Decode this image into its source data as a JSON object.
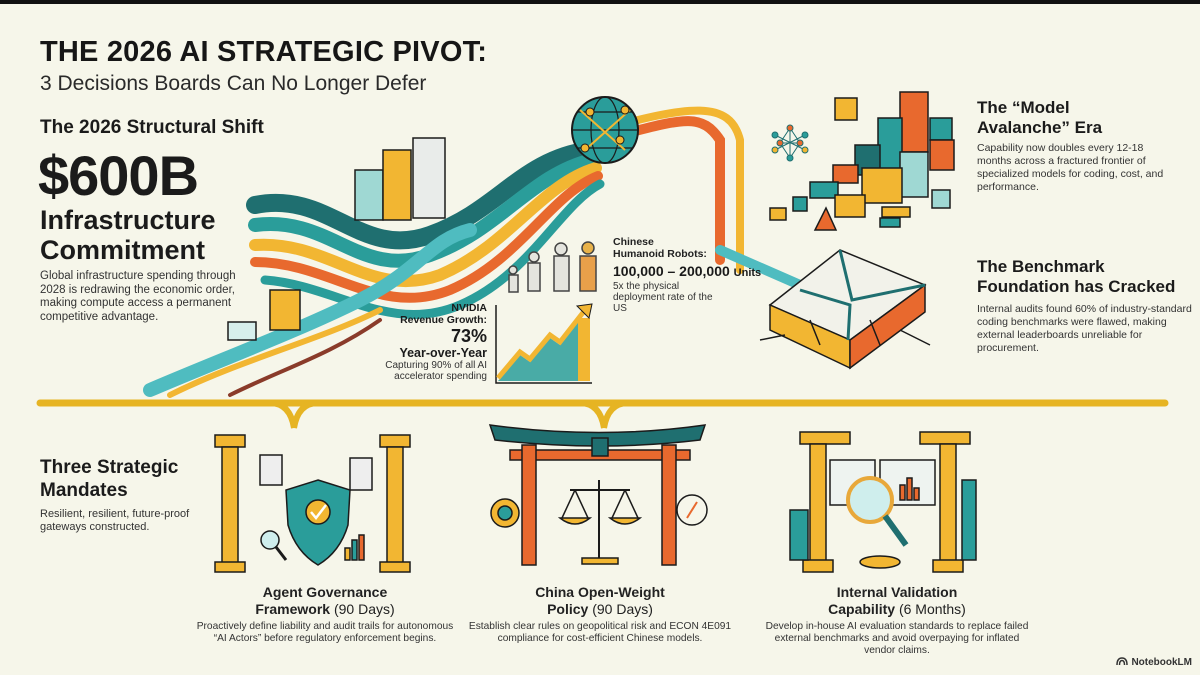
{
  "header": {
    "title": "THE 2026 AI STRATEGIC PIVOT:",
    "subtitle": "3 Decisions Boards Can No Longer Defer"
  },
  "structural_shift": {
    "heading": "The 2026 Structural Shift",
    "big_number": "$600B",
    "title_line1": "Infrastructure",
    "title_line2": "Commitment",
    "body": "Global infrastructure spending through 2028 is redrawing the economic order, making compute access a permanent competitive advantage."
  },
  "model_avalanche": {
    "title_line1": "The “Model",
    "title_line2": "Avalanche” Era",
    "body": "Capability now doubles every 12-18 months across a fractured frontier of specialized models for coding, cost, and performance."
  },
  "benchmark": {
    "title_line1": "The Benchmark",
    "title_line2": "Foundation has Cracked",
    "body": "Internal audits found 60% of industry-standard coding benchmarks were flawed, making external leaderboards unreliable for procurement."
  },
  "robots": {
    "label_line1": "Chinese",
    "label_line2": "Humanoid Robots:",
    "value": "100,000 – 200,000",
    "unit": "Units",
    "sub": "5x the physical deployment rate of the US"
  },
  "nvidia": {
    "label_line1": "NVIDIA",
    "label_line2": "Revenue Growth:",
    "percent": "73%",
    "period": "Year-over-Year",
    "sub": "Capturing 90% of all AI accelerator spending"
  },
  "mandates": {
    "title_line1": "Three Strategic",
    "title_line2": "Mandates",
    "body": "Resilient, resilient, future-proof gateways constructed.",
    "cards": [
      {
        "title": "Agent Governance",
        "title2": "Framework",
        "timeline": "(90 Days)",
        "body": "Proactively define liability and audit trails for autonomous “AI Actors” before regulatory enforcement begins.",
        "icon": "shield-check-icon"
      },
      {
        "title": "China Open-Weight",
        "title2": "Policy",
        "timeline": "(90 Days)",
        "body": "Establish clear rules on geopolitical risk and ECON 4E091 compliance for cost-efficient Chinese models.",
        "icon": "torii-gate-scales-icon"
      },
      {
        "title": "Internal Validation",
        "title2": "Capability",
        "timeline": "(6 Months)",
        "body": "Develop in-house AI evaluation standards to replace failed external benchmarks and avoid overpaying for inflated vendor claims.",
        "icon": "magnifier-chart-icon"
      }
    ]
  },
  "brand": {
    "name": "NotebookLM"
  },
  "colors": {
    "background": "#f6f6ea",
    "teal": "#2a9d9a",
    "dark_teal": "#1f6f70",
    "orange": "#e8692e",
    "gold": "#f2b632",
    "connector": "#e6b423"
  }
}
